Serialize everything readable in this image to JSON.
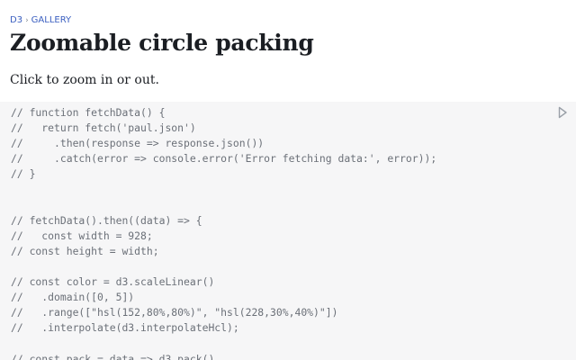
{
  "breadcrumb": {
    "root": "D3",
    "separator": "›",
    "section": "GALLERY"
  },
  "page": {
    "title": "Zoomable circle packing",
    "subtitle": "Click to zoom in or out."
  },
  "code_cell": {
    "lines": [
      "// function fetchData() {",
      "//   return fetch('paul.json')",
      "//     .then(response => response.json())",
      "//     .catch(error => console.error('Error fetching data:', error));",
      "// }",
      "",
      "",
      "// fetchData().then((data) => {",
      "//   const width = 928;",
      "// const height = width;",
      "",
      "// const color = d3.scaleLinear()",
      "//   .domain([0, 5])",
      "//   .range([\"hsl(152,80%,80%)\", \"hsl(228,30%,40%)\"])",
      "//   .interpolate(d3.interpolateHcl);",
      "",
      "// const pack = data => d3.pack()"
    ]
  },
  "icons": {
    "run": "play-icon"
  },
  "colors": {
    "link": "#3b5fc0",
    "code_background": "#f6f6f7",
    "code_comment": "#6b7078",
    "title": "#1b1e23"
  }
}
